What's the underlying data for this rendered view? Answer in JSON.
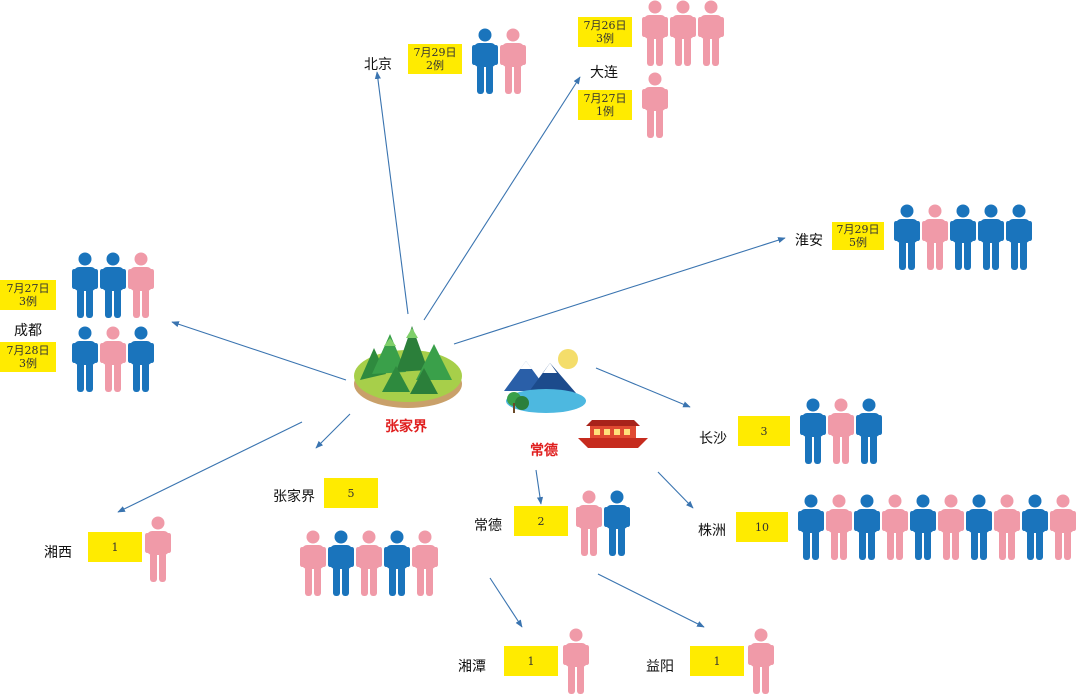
{
  "colors": {
    "male": "#1a74bc",
    "female": "#f09aa8",
    "badge": "#ffeb00",
    "hub_label": "#e02020",
    "arrow": "#3a74b0"
  },
  "hubs": [
    {
      "name": "张家界",
      "icon": "mountain-island-icon"
    },
    {
      "name": "常德",
      "icon": "lake-mountain-icon",
      "extra_icon": "boat-icon"
    }
  ],
  "destinations": [
    {
      "id": "beijing",
      "city": "北京",
      "from": "张家界",
      "groups": [
        {
          "date": "7月29日",
          "count": "2例",
          "people": [
            "m",
            "f"
          ]
        }
      ]
    },
    {
      "id": "dalian",
      "city": "大连",
      "from": "张家界",
      "groups": [
        {
          "date": "7月26日",
          "count": "3例",
          "people": [
            "f",
            "f",
            "f"
          ]
        },
        {
          "date": "7月27日",
          "count": "1例",
          "people": [
            "f"
          ]
        }
      ]
    },
    {
      "id": "huaian",
      "city": "淮安",
      "from": "张家界",
      "groups": [
        {
          "date": "7月29日",
          "count": "5例",
          "people": [
            "m",
            "f",
            "m",
            "m",
            "m"
          ]
        }
      ]
    },
    {
      "id": "chengdu",
      "city": "成都",
      "from": "张家界",
      "groups": [
        {
          "date": "7月27日",
          "count": "3例",
          "people": [
            "m",
            "m",
            "f"
          ]
        },
        {
          "date": "7月28日",
          "count": "3例",
          "people": [
            "m",
            "f",
            "m"
          ]
        }
      ]
    },
    {
      "id": "xiangxi",
      "city": "湘西",
      "from": "张家界",
      "groups": [
        {
          "count": "1",
          "people": [
            "f"
          ]
        }
      ]
    },
    {
      "id": "zhangjiajie",
      "city": "张家界",
      "from": "张家界",
      "groups": [
        {
          "count": "5",
          "people": [
            "f",
            "m",
            "f",
            "m",
            "f"
          ]
        }
      ]
    },
    {
      "id": "changsha",
      "city": "长沙",
      "from": "常德",
      "groups": [
        {
          "count": "3",
          "people": [
            "m",
            "f",
            "m"
          ]
        }
      ]
    },
    {
      "id": "zhuzhou",
      "city": "株洲",
      "from": "常德",
      "groups": [
        {
          "count": "10",
          "people": [
            "m",
            "f",
            "m",
            "f",
            "m",
            "f",
            "m",
            "f",
            "m",
            "f"
          ]
        }
      ]
    },
    {
      "id": "changde",
      "city": "常德",
      "from": "常德",
      "groups": [
        {
          "count": "2",
          "people": [
            "f",
            "m"
          ]
        }
      ]
    },
    {
      "id": "xiangtan",
      "city": "湘潭",
      "from": "常德",
      "groups": [
        {
          "count": "1",
          "people": [
            "f"
          ]
        }
      ]
    },
    {
      "id": "yiyang",
      "city": "益阳",
      "from": "常德",
      "groups": [
        {
          "count": "1",
          "people": [
            "f"
          ]
        }
      ]
    }
  ]
}
